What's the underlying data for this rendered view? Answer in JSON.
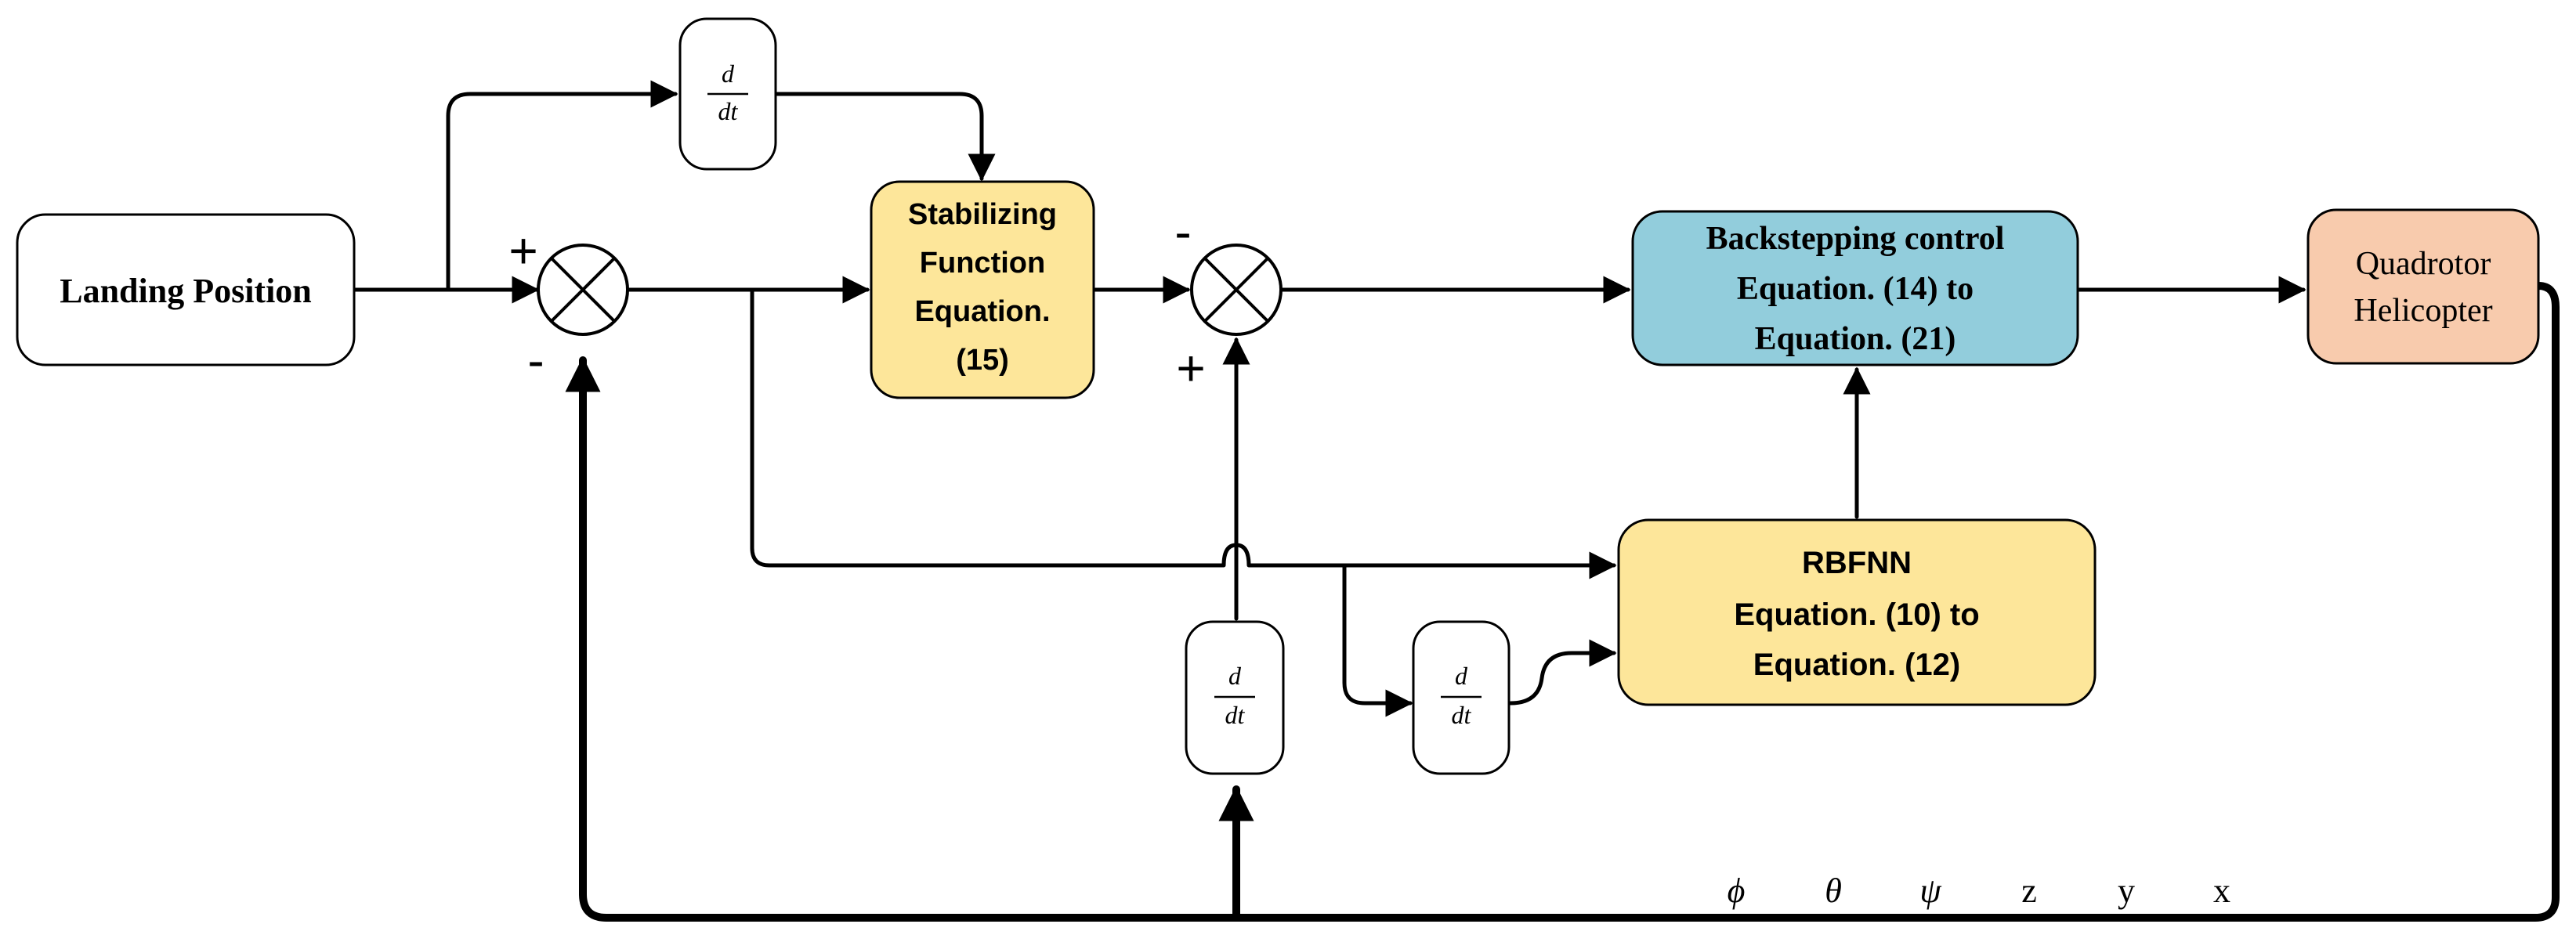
{
  "blocks": {
    "landing": {
      "label": "Landing Position",
      "fill": "#ffffff"
    },
    "stabilizing": {
      "lines": [
        "Stabilizing",
        "Function",
        "Equation.",
        "(15)"
      ],
      "fill": "#fde69a"
    },
    "backstepping": {
      "lines": [
        "Backstepping control",
        "Equation. (14) to",
        "Equation. (21)"
      ],
      "fill": "#92cddc"
    },
    "quadrotor": {
      "lines": [
        "Quadrotor",
        "Helicopter"
      ],
      "fill": "#f8cbad"
    },
    "rbfnn": {
      "lines": [
        "RBFNN",
        "Equation. (10) to",
        "Equation. (12)"
      ],
      "fill": "#fde69a"
    },
    "derivative": {
      "numerator": "d",
      "denominator": "dt"
    }
  },
  "signs": {
    "sum1_top": "+",
    "sum1_bottom": "-",
    "sum2_top": "-",
    "sum2_bottom": "+"
  },
  "states": [
    "ϕ",
    "θ",
    "ψ",
    "z",
    "y",
    "x"
  ]
}
